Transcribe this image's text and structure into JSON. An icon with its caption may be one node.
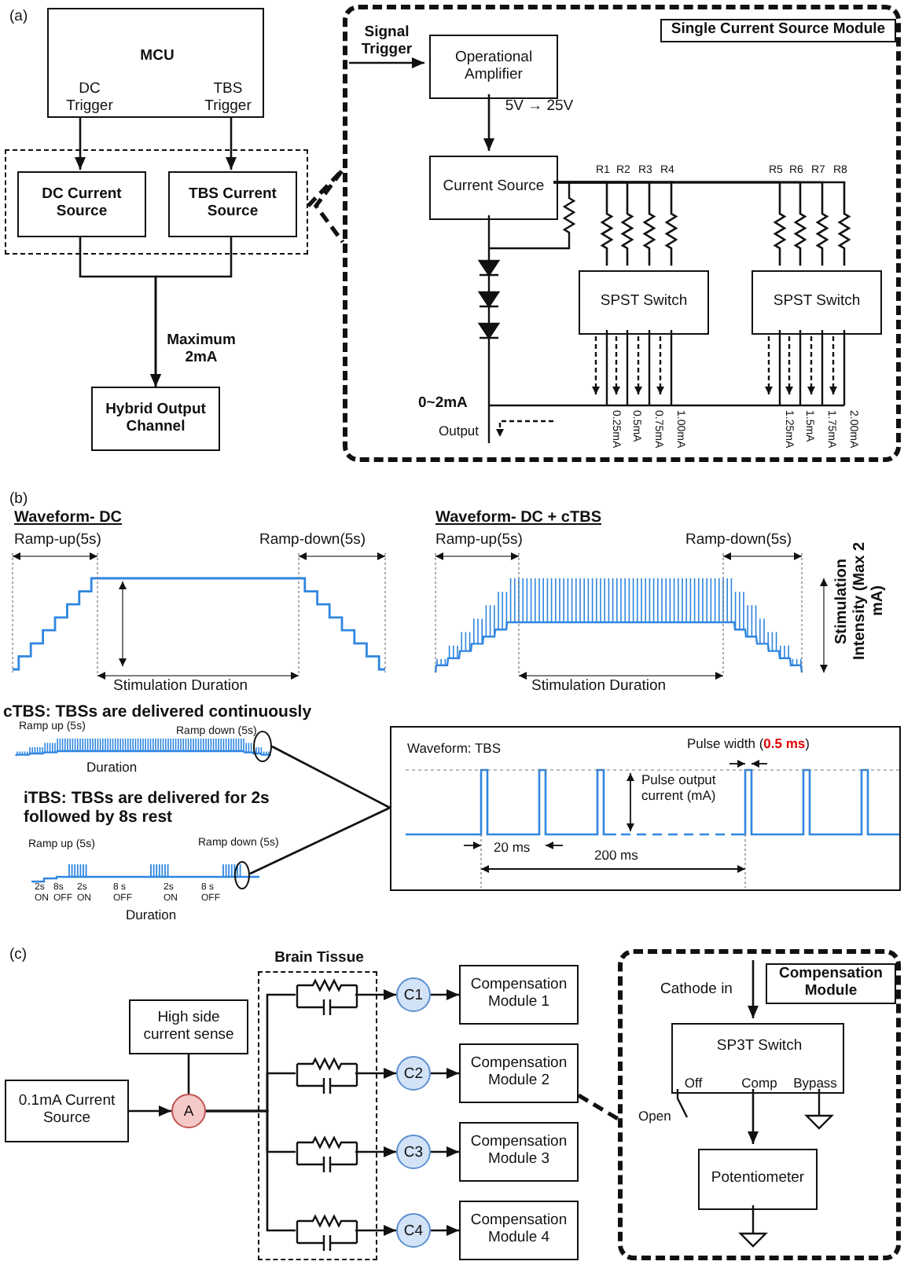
{
  "diagram": {
    "nodes": [
      {
        "text": [
          "MCU",
          "DC Trigger",
          "TBS Trigger"
        ]
      },
      {
        "text": [],
        "shape": "box"
      },
      {
        "text": [
          "DC Current Source"
        ],
        "in": 1
      },
      {
        "text": [
          "TBS Current Source"
        ],
        "in": 1
      },
      {
        "text": [
          "Hybrid Output Channel"
        ]
      },
      {
        "text": [
          "Single Current Source Module"
        ]
      },
      {
        "text": [
          "Operational Amplifier"
        ],
        "in": 5
      },
      {
        "text": [
          "Current Source"
        ],
        "in": 5
      },
      {
        "text": [
          "SPST Switch"
        ],
        "in": 5
      },
      {
        "text": [
          "SPST Switch"
        ],
        "in": 5
      },
      {
        "text": [],
        "shape": "ellipse"
      },
      {
        "text": [
          "Waveform: TBS"
        ]
      },
      {
        "text": [],
        "shape": "ellipse"
      },
      {
        "text": [
          "High side current sense"
        ]
      },
      {
        "text": [
          "0.1mA Current Source"
        ]
      },
      {
        "text": [
          "A"
        ]
      },
      {
        "text": [
          "Brain Tissue"
        ]
      },
      {
        "text": [
          "C1"
        ]
      },
      {
        "text": [
          "C2"
        ]
      },
      {
        "text": [
          "C3"
        ]
      },
      {
        "text": [
          "C4"
        ]
      },
      {
        "text": [
          "Compensation Module 1"
        ]
      },
      {
        "text": [
          "Compensation Module 2"
        ]
      },
      {
        "text": [
          "Compensation Module 3"
        ]
      },
      {
        "text": [
          "Compensation Module 4"
        ]
      },
      {
        "text": [
          "Compensation Module"
        ]
      },
      {
        "text": [
          "SP3T Switch",
          "Off",
          "Comp",
          "Bypass"
        ],
        "in": 25
      },
      {
        "text": [
          "Potentiometer"
        ],
        "in": 25
      },
      {
        "text": [],
        "shape": "circuit",
        "in": 16
      },
      {
        "text": [],
        "shape": "circuit",
        "in": 16
      },
      {
        "text": [],
        "shape": "circuit",
        "in": 16
      },
      {
        "text": [],
        "shape": "circuit",
        "in": 16
      }
    ],
    "edges": [
      {
        "from": 0,
        "to": 2,
        "arrow": "to"
      },
      {
        "from": 0,
        "to": 3,
        "arrow": "to"
      },
      {
        "from": 2,
        "to": 4,
        "arrow": "to",
        "label": "Maximum 2mA"
      },
      {
        "from": 3,
        "to": 4,
        "arrow": "to"
      },
      {
        "from": 1,
        "to": 5,
        "arrow": "none",
        "style": "dashed"
      },
      {
        "from": null,
        "to": 6,
        "arrow": "to",
        "label": "Signal Trigger"
      },
      {
        "from": 6,
        "to": 7,
        "arrow": "to",
        "label": "5V → 25V"
      },
      {
        "from": 10,
        "to": 11,
        "arrow": "none"
      },
      {
        "from": 12,
        "to": 11,
        "arrow": "none"
      },
      {
        "from": 14,
        "to": 15,
        "arrow": "to"
      },
      {
        "from": 15,
        "to": 13,
        "arrow": "none"
      },
      {
        "from": 15,
        "to": 28,
        "arrow": "none"
      },
      {
        "from": 15,
        "to": 29,
        "arrow": "none"
      },
      {
        "from": 15,
        "to": 30,
        "arrow": "none"
      },
      {
        "from": 15,
        "to": 31,
        "arrow": "none"
      },
      {
        "from": 17,
        "to": 21,
        "arrow": "to"
      },
      {
        "from": 18,
        "to": 22,
        "arrow": "to"
      },
      {
        "from": 19,
        "to": 23,
        "arrow": "to"
      },
      {
        "from": 20,
        "to": 24,
        "arrow": "to"
      },
      {
        "from": 22,
        "to": 25,
        "arrow": "none",
        "style": "dashed"
      },
      {
        "from": null,
        "to": 26,
        "arrow": "to",
        "label": "Cathode in"
      },
      {
        "from": 26,
        "to": 27,
        "arrow": "to"
      },
      {
        "from": 28,
        "to": 17,
        "arrow": "to"
      },
      {
        "from": 29,
        "to": 18,
        "arrow": "to"
      },
      {
        "from": 30,
        "to": 19,
        "arrow": "to"
      },
      {
        "from": 31,
        "to": 20,
        "arrow": "to"
      },
      {
        "from": 7,
        "to": 8,
        "arrow": "none"
      },
      {
        "from": 7,
        "to": 8,
        "arrow": "none"
      },
      {
        "from": 7,
        "to": 8,
        "arrow": "none"
      },
      {
        "from": 7,
        "to": 8,
        "arrow": "none"
      },
      {
        "from": 7,
        "to": 9,
        "arrow": "none"
      },
      {
        "from": 7,
        "to": 9,
        "arrow": "none"
      },
      {
        "from": 7,
        "to": 9,
        "arrow": "none"
      },
      {
        "from": 7,
        "to": 9,
        "arrow": "none"
      }
    ],
    "labels": [
      "(a)",
      "R1",
      "R2",
      "R3",
      "R4",
      "R5",
      "R6",
      "R7",
      "R8",
      "0~2mA",
      "Output",
      "0.25mA",
      "0.5mA",
      "0.75mA",
      "1.00mA",
      "1.25mA",
      "1.5mA",
      "1.75mA",
      "2.00mA",
      "(b)",
      "Waveform- DC",
      "Waveform- DC + cTBS",
      "Ramp-up(5s)",
      "Ramp-down(5s)",
      "Ramp-up(5s)",
      "Ramp-down(5s)",
      "Stimulation Intensity (Max 2 mA)",
      "Stimulation Duration",
      "Stimulation Duration",
      "cTBS: TBSs are delivered continuously",
      "Ramp up (5s)",
      "Ramp down (5s)",
      "Duration",
      "Pulse width (**0.5 ms**)",
      "Pulse output current (mA)",
      "iTBS: TBSs are delivered for 2s followed by 8s rest",
      "20 ms",
      "200 ms",
      "Ramp up (5s)",
      "Ramp down (5s)",
      "2s",
      "8s",
      "2s",
      "8 s",
      "2s",
      "8 s",
      "ON",
      "OFF",
      "ON",
      "OFF",
      "ON",
      "OFF",
      "Duration",
      "(c)",
      "Open"
    ]
  }
}
